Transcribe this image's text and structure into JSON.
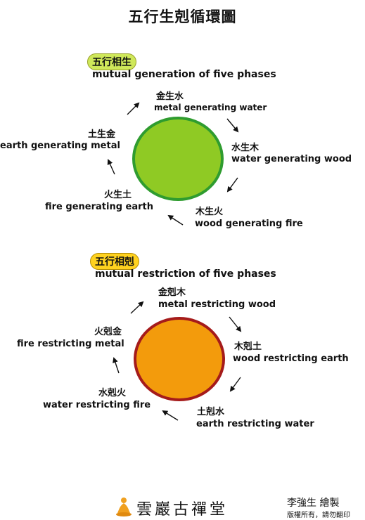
{
  "title": "五行生剋循環圖",
  "generation": {
    "badge": "五行相生",
    "subtitle": "mutual generation of five phases",
    "items": [
      {
        "cn": "金生水",
        "en": "metal generating water"
      },
      {
        "cn": "水生木",
        "en": "water generating wood"
      },
      {
        "cn": "木生火",
        "en": "wood generating fire"
      },
      {
        "cn": "火生土",
        "en": "fire generating earth"
      },
      {
        "cn": "土生金",
        "en": "earth generating metal"
      }
    ],
    "colors": {
      "fill": "#8fca24",
      "ring": "#2f9c2f"
    }
  },
  "restriction": {
    "badge": "五行相剋",
    "subtitle": "mutual restriction of five phases",
    "items": [
      {
        "cn": "金剋木",
        "en": "metal restricting wood"
      },
      {
        "cn": "木剋土",
        "en": "wood restricting earth"
      },
      {
        "cn": "土剋水",
        "en": "earth restricting water"
      },
      {
        "cn": "水剋火",
        "en": "water restricting fire"
      },
      {
        "cn": "火剋金",
        "en": "fire restricting metal"
      }
    ],
    "colors": {
      "fill": "#f39b0c",
      "ring": "#a51b1b"
    }
  },
  "footer": {
    "brand": "雲巖古禪堂",
    "author": "李強生  繪製",
    "rights": "版權所有，請勿翻印"
  }
}
